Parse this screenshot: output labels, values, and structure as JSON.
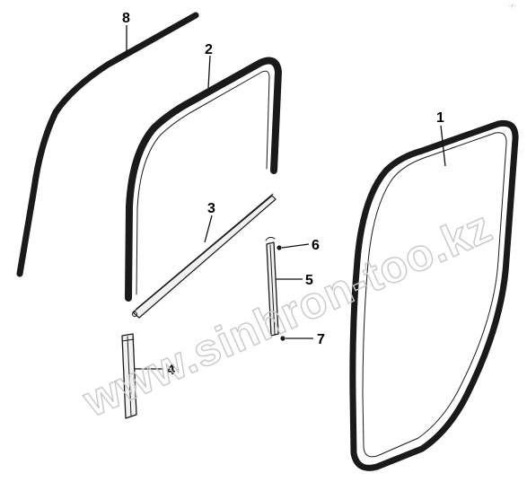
{
  "watermark": "www.sinhron-too.kz",
  "corner_mark": "-/-",
  "callouts": [
    {
      "id": "1",
      "label": "1"
    },
    {
      "id": "2",
      "label": "2"
    },
    {
      "id": "3",
      "label": "3"
    },
    {
      "id": "4",
      "label": "4"
    },
    {
      "id": "5",
      "label": "5"
    },
    {
      "id": "6",
      "label": "6"
    },
    {
      "id": "7",
      "label": "7"
    },
    {
      "id": "8",
      "label": "8"
    }
  ]
}
